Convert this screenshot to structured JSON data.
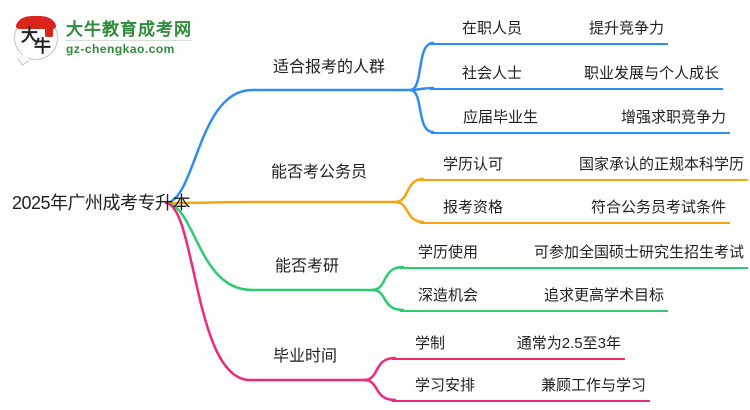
{
  "logo": {
    "icon_char_top": "大",
    "icon_char_bottom": "牛",
    "site_name": "大牛教育成考网",
    "site_domain": "gz-chengkao.com",
    "brand_green": "#2e8b3a",
    "brand_red": "#d9251c"
  },
  "root": {
    "title": "2025年广州成考专升本"
  },
  "branches": [
    {
      "label": "适合报考的人群",
      "color": "#2e8df2",
      "children": [
        {
          "label": "在职人员",
          "value": "提升竞争力"
        },
        {
          "label": "社会人士",
          "value": "职业发展与个人成长"
        },
        {
          "label": "应届毕业生",
          "value": "增强求职竞争力"
        }
      ]
    },
    {
      "label": "能否考公务员",
      "color": "#f7a410",
      "children": [
        {
          "label": "学历认可",
          "value": "国家承认的正规本科学历"
        },
        {
          "label": "报考资格",
          "value": "符合公务员考试条件"
        }
      ]
    },
    {
      "label": "能否考研",
      "color": "#2ecb74",
      "children": [
        {
          "label": "学历使用",
          "value": "可参加全国硕士研究生招生考试"
        },
        {
          "label": "深造机会",
          "value": "追求更高学术目标"
        }
      ]
    },
    {
      "label": "毕业时间",
      "color": "#ef2a7b",
      "children": [
        {
          "label": "学制",
          "value": "通常为2.5至3年"
        },
        {
          "label": "学习安排",
          "value": "兼顾工作与学习"
        }
      ]
    }
  ]
}
